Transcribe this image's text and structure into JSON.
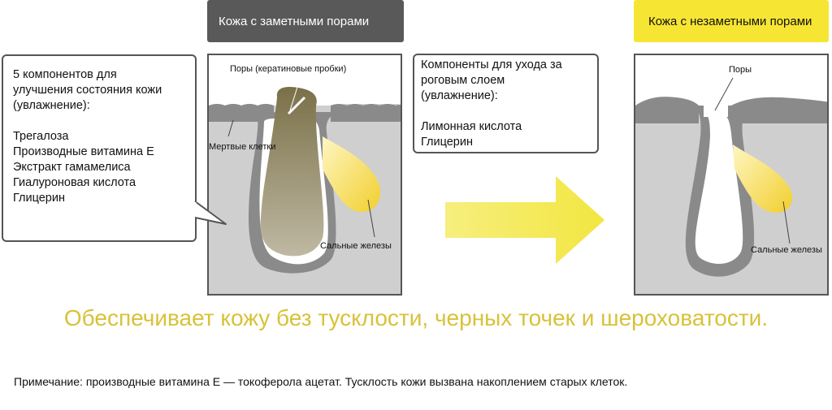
{
  "headers": {
    "left": "Кожа с заметными порами",
    "right": "Кожа с незаметными порами"
  },
  "left_panel": {
    "pore_label": "Поры (кератиновые пробки)",
    "dead_cells_label": "Мертвые клетки",
    "sebaceous_label": "Сальные железы"
  },
  "right_panel": {
    "pore_label": "Поры",
    "sebaceous_label": "Сальные железы"
  },
  "callout_left": {
    "lines": [
      "5 компонентов для",
      "улучшения состояния кожи",
      "(увлажнение):",
      "",
      "Трегалоза",
      "Производные витамина E",
      "Экстракт гамамелиса",
      "Гиалуроновая кислота",
      "Глицерин"
    ]
  },
  "callout_mid": {
    "lines": [
      "Компоненты для ухода за",
      "роговым слоем",
      "(увлажнение):",
      "",
      "Лимонная кислота",
      "Глицерин"
    ]
  },
  "tagline": "Обеспечивает кожу без тусклости, черных точек и шероховатости.",
  "note": "Примечание: производные витамина E — токоферола ацетат. Тусклость кожи вызвана накоплением старых клеток.",
  "colors": {
    "skin": "#cfcfcf",
    "skin_edge": "#8a8a8a",
    "plug": "#8f8563",
    "sebum": "#f1d23a",
    "arrow": "#f4ea55",
    "tagline": "#d8c239",
    "header_dark": "#595959",
    "header_yellow": "#f7e533"
  },
  "icons": {
    "arrow": "right-arrow-icon"
  }
}
